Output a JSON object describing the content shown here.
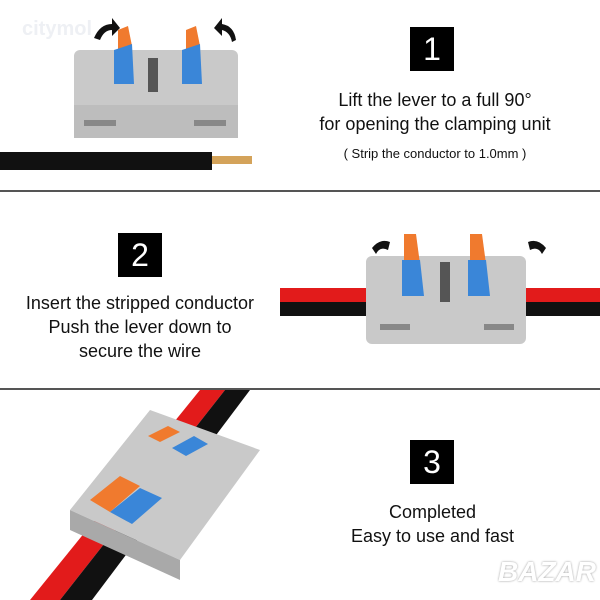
{
  "watermark": "citymol",
  "logo": "BAZAR",
  "steps": [
    {
      "number": "1",
      "lines": [
        "Lift the lever to a full 90°",
        "for opening the clamping unit"
      ],
      "note": "( Strip the conductor to 1.0mm )"
    },
    {
      "number": "2",
      "lines": [
        "Insert the stripped conductor",
        "Push the lever down to",
        "secure the wire"
      ]
    },
    {
      "number": "3",
      "lines": [
        "Completed",
        "Easy to use and fast"
      ]
    }
  ],
  "colors": {
    "lever_orange": "#f07a2e",
    "lever_blue": "#3a86d8",
    "housing": "#c9c9c9",
    "wire_red": "#e21b1b",
    "wire_black": "#111111"
  }
}
